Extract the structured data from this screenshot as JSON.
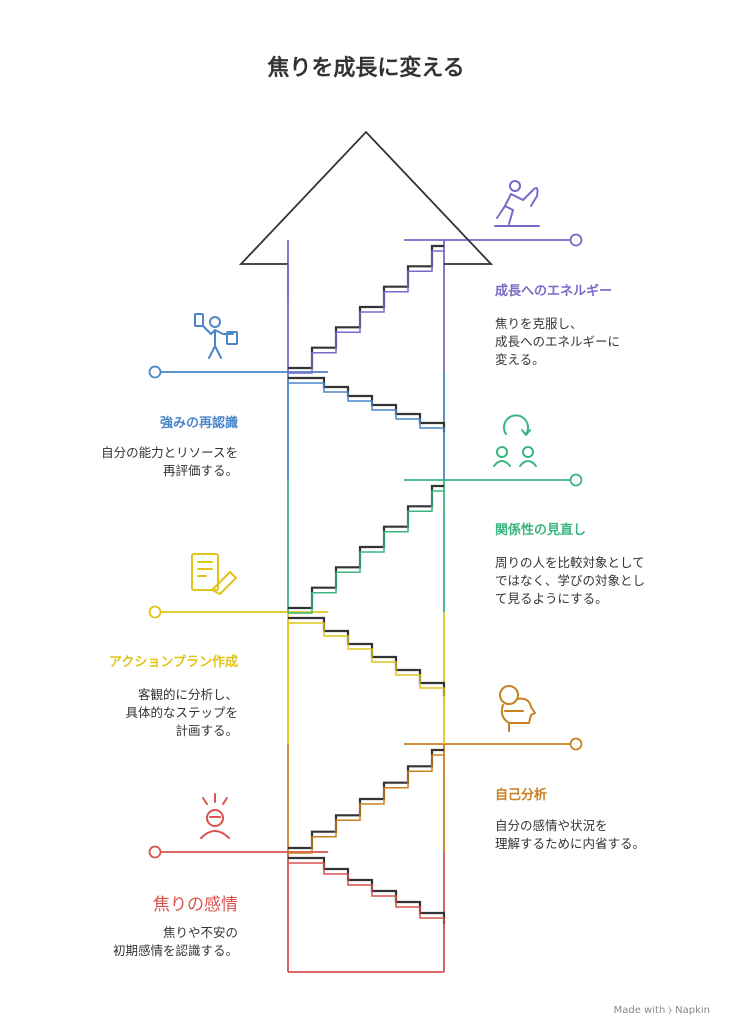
{
  "title": "焦りを成長に変える",
  "stages": [
    {
      "id": "emotion",
      "label": "焦りの感情",
      "desc": "焦りや不安の\n初期感情を認識する。",
      "color": "#d9534f",
      "icon": "stressed-person-icon"
    },
    {
      "id": "self-analysis",
      "label": "自己分析",
      "desc": "自分の感情や状況を\n理解するために内省する。",
      "color": "#c9801f",
      "icon": "thinking-head-icon"
    },
    {
      "id": "action-plan",
      "label": "アクションプラン作成",
      "desc": "客観的に分析し、\n具体的なステップを\n計画する。",
      "color": "#e0c419",
      "icon": "checklist-writing-icon"
    },
    {
      "id": "relationship",
      "label": "関係性の見直し",
      "desc": "周りの人を比較対象として\nではなく、学びの対象とし\nて見るようにする。",
      "color": "#3bb57f",
      "icon": "people-refresh-icon"
    },
    {
      "id": "strengths",
      "label": "強みの再認識",
      "desc": "自分の能力とリソースを\n再評価する。",
      "color": "#4a86c8",
      "icon": "person-presenting-icon"
    },
    {
      "id": "energy",
      "label": "成長へのエネルギー",
      "desc": "焦りを克服し、\n成長へのエネルギーに\n変える。",
      "color": "#7c68c8",
      "icon": "climbing-person-icon"
    }
  ],
  "watermark": "Made with ⧽ Napkin"
}
